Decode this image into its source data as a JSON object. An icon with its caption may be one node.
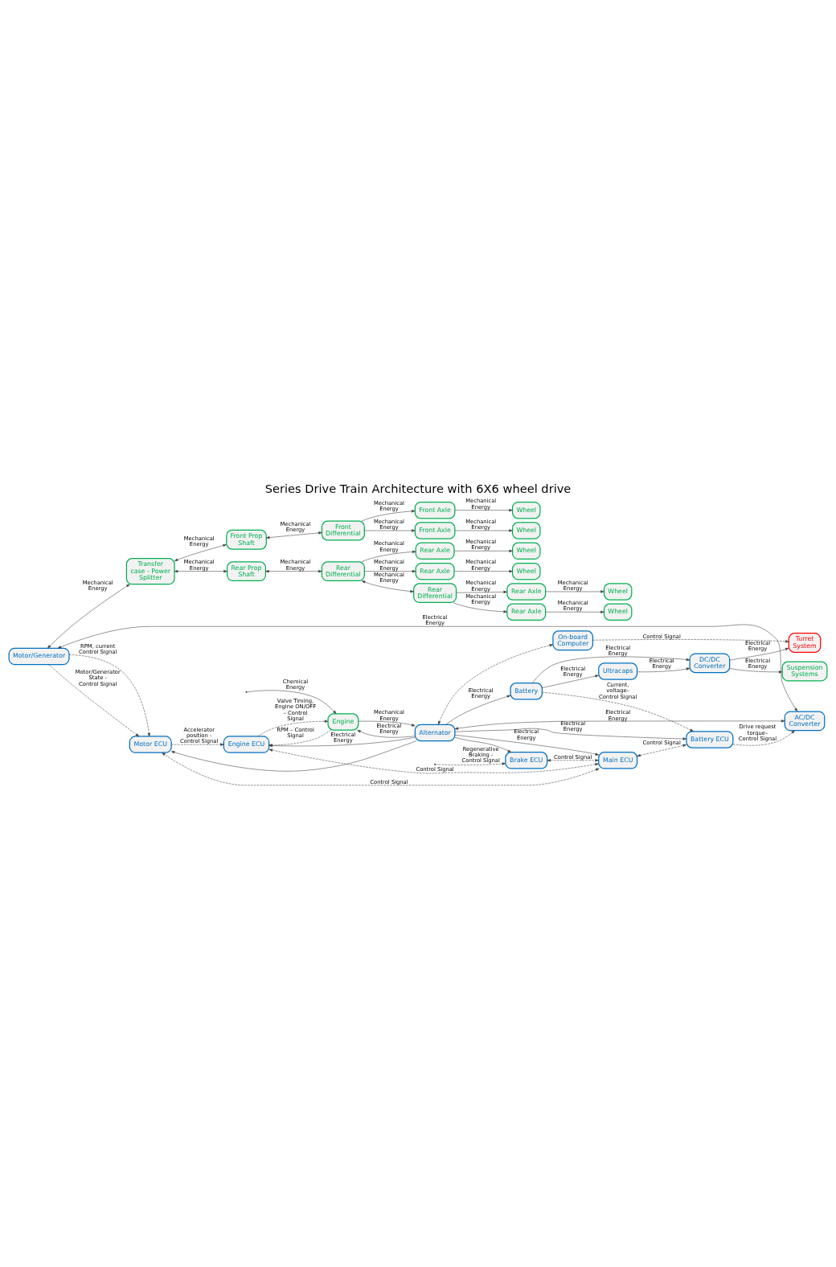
{
  "diagram": {
    "title": "Series Drive Train Architecture with 6X6 wheel drive",
    "nodes": [
      {
        "text": [
          "Front Differential"
        ]
      },
      {
        "text": [
          "Front Axle"
        ]
      },
      {
        "text": [
          "Front Axle"
        ]
      },
      {
        "text": [
          "Wheel"
        ]
      },
      {
        "text": [
          "Wheel"
        ]
      },
      {
        "text": [
          "Rear Differential"
        ]
      },
      {
        "text": [
          "Rear Axle"
        ]
      },
      {
        "text": [
          "Rear Axle"
        ]
      },
      {
        "text": [
          "Wheel"
        ]
      },
      {
        "text": [
          "Wheel"
        ]
      },
      {
        "text": [
          "Wheel"
        ]
      },
      {
        "text": [
          "Front Prop Shaft"
        ]
      },
      {
        "text": [
          "Rear Prop Shaft"
        ]
      },
      {
        "text": [
          "Brake ECU"
        ]
      },
      {
        "text": [
          "Main ECU"
        ]
      },
      {
        "text": [
          "Rear Differential"
        ]
      },
      {
        "text": [
          "Rear Axle"
        ]
      },
      {
        "text": [
          "Wheel"
        ]
      },
      {
        "text": [
          "Rear Axle"
        ]
      },
      {
        "text": [
          "Transfer case - Power Splitter"
        ]
      },
      {
        "text": [
          "Motor ECU"
        ]
      },
      {
        "text": [
          "Suspension Systems"
        ]
      },
      {
        "text": [
          "Engine ECU"
        ]
      },
      {
        "text": [
          "On-board Computer"
        ]
      },
      {
        "text": [
          "Engine"
        ]
      },
      {
        "text": [
          "Motor/Generator"
        ]
      },
      {
        "text": [
          "Turret System"
        ]
      },
      {
        "text": [
          "DC/DC Converter"
        ]
      },
      {
        "text": [
          "Battery ECU"
        ]
      },
      {
        "text": [
          "Alternator"
        ]
      },
      {
        "text": [
          "Battery"
        ]
      },
      {
        "text": [
          "Ultracaps"
        ]
      },
      {
        "text": [
          "AC/DC Converter"
        ]
      }
    ],
    "edges": [
      {
        "from": 0,
        "to": 1,
        "arrow": "to",
        "label": "Mechanical Energy"
      },
      {
        "from": 0,
        "to": 2,
        "arrow": "to",
        "label": "Mechanical Energy"
      },
      {
        "from": 1,
        "to": 3,
        "arrow": "to",
        "label": "Mechanical Energy"
      },
      {
        "from": 2,
        "to": 4,
        "arrow": "to",
        "label": "Mechanical Energy"
      },
      {
        "from": 11,
        "to": 0,
        "arrow": "both",
        "label": "Mechanical Energy"
      },
      {
        "from": 19,
        "to": 11,
        "arrow": "both",
        "label": "Mechanical Energy"
      },
      {
        "from": 19,
        "to": 12,
        "arrow": "both",
        "label": "Mechanical Energy"
      },
      {
        "from": 12,
        "to": 5,
        "arrow": "both",
        "label": "Mechanical Energy"
      },
      {
        "from": 5,
        "to": 6,
        "arrow": "to",
        "label": "Mechanical Energy"
      },
      {
        "from": 5,
        "to": 7,
        "arrow": "to",
        "label": "Mechanical Energy"
      },
      {
        "from": 6,
        "to": 8,
        "arrow": "to",
        "label": "Mechanical Energy"
      },
      {
        "from": 7,
        "to": 9,
        "arrow": "to",
        "label": "Mechanical Energy"
      },
      {
        "from": 5,
        "to": 15,
        "arrow": "both",
        "label": "Mechanical Energy"
      },
      {
        "from": 15,
        "to": 16,
        "arrow": "to",
        "label": "Mechanical Energy"
      },
      {
        "from": 15,
        "to": 18,
        "arrow": "to",
        "label": "Mechanical Energy"
      },
      {
        "from": 16,
        "to": 10,
        "arrow": "to",
        "label": "Mechanical Energy"
      },
      {
        "from": 18,
        "to": 17,
        "arrow": "to",
        "label": "Mechanical Energy"
      },
      {
        "from": 25,
        "to": 19,
        "arrow": "both",
        "label": "Mechanical Energy"
      },
      {
        "from": 25,
        "to": 32,
        "arrow": "both",
        "label": "Electrical Energy"
      },
      {
        "from": 13,
        "to": 14,
        "arrow": "both",
        "label": "Control Signal",
        "style": "dashed"
      },
      {
        "from": null,
        "to": 13,
        "arrow": "to",
        "label": "Regenerative Braking - Control Signal",
        "style": "dashed"
      },
      {
        "from": 14,
        "to": 20,
        "arrow": "both",
        "label": "Control Signal",
        "style": "dashed"
      },
      {
        "from": 29,
        "to": 14,
        "arrow": "to",
        "label": "Electrical Energy"
      },
      {
        "from": 29,
        "to": 20,
        "arrow": "to"
      },
      {
        "from": 29,
        "to": 13,
        "arrow": "to"
      },
      {
        "from": 29,
        "to": 22,
        "arrow": "to",
        "label": "Electrical Energy"
      },
      {
        "from": 29,
        "to": 23,
        "arrow": "both",
        "style": "dashed"
      },
      {
        "from": 23,
        "to": 26,
        "arrow": "to",
        "label": "Control Signal",
        "style": "dashed"
      },
      {
        "from": 27,
        "to": 26,
        "arrow": "to",
        "label": "Electrical Energy"
      },
      {
        "from": 27,
        "to": 21,
        "arrow": "to",
        "label": "Electrical Energy"
      },
      {
        "from": 30,
        "to": 27,
        "arrow": "to",
        "label": "Electrical Energy"
      },
      {
        "from": 31,
        "to": 27,
        "arrow": "to",
        "label": "Electrical Energy"
      },
      {
        "from": 30,
        "to": 31,
        "arrow": "to",
        "label": "Electrical Energy"
      },
      {
        "from": 29,
        "to": 30,
        "arrow": "to",
        "label": "Electrical Energy"
      },
      {
        "from": 30,
        "to": 28,
        "arrow": "to",
        "label": "Current, voltage– Control Signal",
        "style": "dashed"
      },
      {
        "from": 29,
        "to": 28,
        "arrow": "to",
        "label": "Electrical Energy"
      },
      {
        "from": 32,
        "to": 29,
        "arrow": "both",
        "label": "Electrical Energy"
      },
      {
        "from": 28,
        "to": 32,
        "arrow": "to",
        "label": "Drive request torque– Control Signal",
        "style": "dashed"
      },
      {
        "from": 14,
        "to": 28,
        "arrow": "both",
        "label": "Control Signal",
        "style": "dashed"
      },
      {
        "from": 14,
        "to": 22,
        "arrow": "both",
        "label": "Control Signal",
        "style": "dashed"
      },
      {
        "from": 20,
        "to": 22,
        "arrow": "to",
        "label": "Accelerator position - Control Signal",
        "style": "dashed"
      },
      {
        "from": 25,
        "to": 20,
        "arrow": "to",
        "label": "Motor/Generator State - Control Signal",
        "style": "dashed"
      },
      {
        "from": 25,
        "to": 20,
        "arrow": "to",
        "label": "RPM, current Control Signal",
        "style": "dashed"
      },
      {
        "from": 24,
        "to": 22,
        "arrow": "to",
        "label": "RPM – Control Signal",
        "style": "dashed"
      },
      {
        "from": 22,
        "to": 24,
        "arrow": "to",
        "label": "Valve Timing, Engine ON/OFF – Control Signal",
        "style": "dashed"
      },
      {
        "from": 29,
        "to": 24,
        "arrow": "to",
        "label": "Electrical Energy"
      },
      {
        "from": 24,
        "to": 29,
        "arrow": "to",
        "label": "Mechanical Energy"
      },
      {
        "from": null,
        "to": 24,
        "arrow": "to",
        "label": "Chemical Energy"
      }
    ]
  }
}
